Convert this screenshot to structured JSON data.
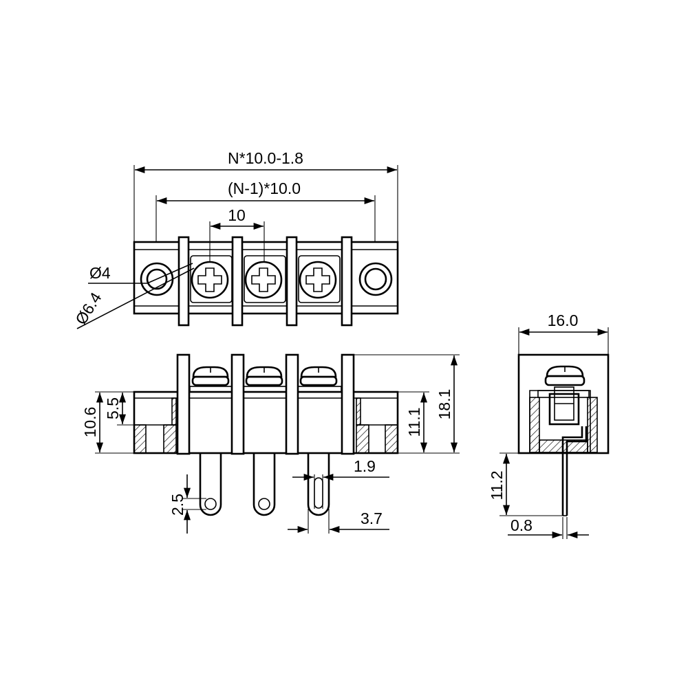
{
  "dimensions": {
    "overall_length": "N*10.0-1.8",
    "pitch_span": "(N-1)*10.0",
    "pitch": "10",
    "hole_diameter": "Ø4",
    "washer_diameter": "Ø6.4",
    "height_total": "18.1",
    "height_body": "10.6",
    "height_shoulder": "5.5",
    "height_barrier": "11.1",
    "pin_hole": "2.5",
    "pin_width": "1.9",
    "pin_outer_width": "3.7",
    "depth": "16.0",
    "pin_length": "11.2",
    "pin_thickness": "0.8"
  }
}
